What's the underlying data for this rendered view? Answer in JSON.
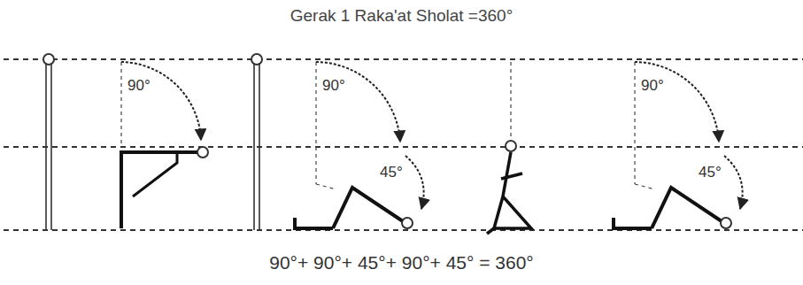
{
  "diagram": {
    "title": "Gerak 1 Raka'at Sholat =360°",
    "caption": "90°+ 90°+ 45°+ 90°+ 45° = 360°",
    "labels": [
      "90°",
      "90°",
      "45°",
      "90°",
      "45°"
    ]
  }
}
